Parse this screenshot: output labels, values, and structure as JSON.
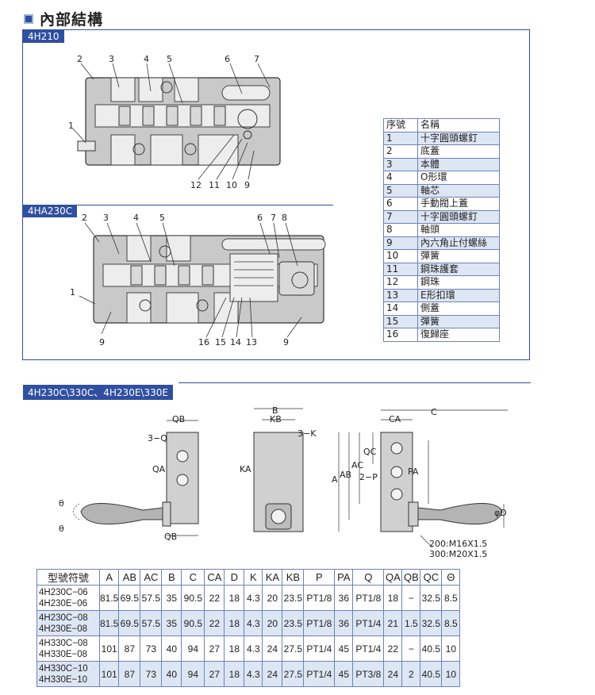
{
  "header": {
    "title": "內部結構"
  },
  "sections": {
    "s1": "4H210",
    "s2": "4HA230C",
    "s3": "4H230C\\330C、4H230E\\330E"
  },
  "diagram1": {
    "labels": [
      "2",
      "3",
      "4",
      "5",
      "6",
      "7",
      "1",
      "12",
      "11",
      "10",
      "9"
    ]
  },
  "diagram2": {
    "labels": [
      "2",
      "3",
      "4",
      "5",
      "6",
      "7",
      "8",
      "1",
      "9",
      "16",
      "15",
      "14",
      "13",
      "9"
    ]
  },
  "parts": {
    "header": [
      "序號",
      "名稱"
    ],
    "rows": [
      [
        "1",
        "十字圓頭螺釘"
      ],
      [
        "2",
        "底蓋"
      ],
      [
        "3",
        "本體"
      ],
      [
        "4",
        "O形環"
      ],
      [
        "5",
        "軸芯"
      ],
      [
        "6",
        "手動閥上蓋"
      ],
      [
        "7",
        "十字圓頭螺釘"
      ],
      [
        "8",
        "軸頭"
      ],
      [
        "9",
        "內六角止付螺絲"
      ],
      [
        "10",
        "彈簧"
      ],
      [
        "11",
        "鋼珠護套"
      ],
      [
        "12",
        "鋼珠"
      ],
      [
        "13",
        "E形扣環"
      ],
      [
        "14",
        "側蓋"
      ],
      [
        "15",
        "彈簧"
      ],
      [
        "16",
        "復歸座"
      ]
    ]
  },
  "drawing": {
    "labels": {
      "qb": "QB",
      "q3": "3−Q",
      "qa": "QA",
      "theta": "θ",
      "qb2": "QB",
      "b": "B",
      "kb": "KB",
      "k3": "3−K",
      "ka": "KA",
      "ca": "CA",
      "c": "C",
      "a": "A",
      "ab": "AB",
      "ac": "AC",
      "qc": "QC",
      "p2": "2−P",
      "pa": "PA",
      "phid": "φD"
    },
    "notes": [
      "200:M16X1.5",
      "300:M20X1.5"
    ]
  },
  "dimensions": {
    "headers": [
      "型號符號",
      "A",
      "AB",
      "AC",
      "B",
      "C",
      "CA",
      "D",
      "K",
      "KA",
      "KB",
      "P",
      "PA",
      "Q",
      "QA",
      "QB",
      "QC",
      "Θ"
    ],
    "rows": [
      {
        "model": [
          "4H230C−06",
          "4H230E−06"
        ],
        "values": [
          "81.5",
          "69.5",
          "57.5",
          "35",
          "90.5",
          "22",
          "18",
          "4.3",
          "20",
          "23.5",
          "PT1/8",
          "36",
          "PT1/8",
          "18",
          "−",
          "32.5",
          "8.5"
        ]
      },
      {
        "model": [
          "4H230C−08",
          "4H230E−08"
        ],
        "values": [
          "81.5",
          "69.5",
          "57.5",
          "35",
          "90.5",
          "22",
          "18",
          "4.3",
          "20",
          "23.5",
          "PT1/8",
          "36",
          "PT1/4",
          "21",
          "1.5",
          "32.5",
          "8.5"
        ]
      },
      {
        "model": [
          "4H330C−08",
          "4H330E−08"
        ],
        "values": [
          "101",
          "87",
          "73",
          "40",
          "94",
          "27",
          "18",
          "4.3",
          "24",
          "27.5",
          "PT1/4",
          "45",
          "PT1/4",
          "22",
          "−",
          "40.5",
          "10"
        ]
      },
      {
        "model": [
          "4H330C−10",
          "4H330E−10"
        ],
        "values": [
          "101",
          "87",
          "73",
          "40",
          "94",
          "27",
          "18",
          "4.3",
          "24",
          "27.5",
          "PT1/4",
          "45",
          "PT3/8",
          "24",
          "2",
          "40.5",
          "10"
        ]
      }
    ]
  }
}
